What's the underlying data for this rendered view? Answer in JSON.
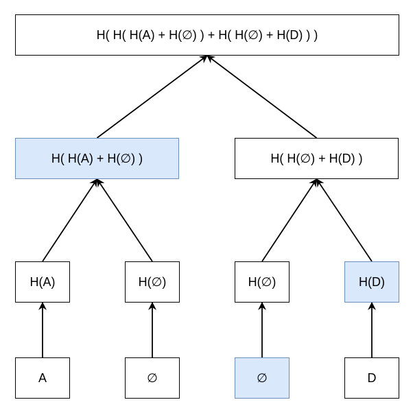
{
  "colors": {
    "node_fill": "#ffffff",
    "node_stroke": "#000000",
    "highlight_fill": "#dae8fc",
    "highlight_stroke": "#6c8ebf",
    "edge": "#000000"
  },
  "nodes": {
    "root": {
      "label": "H( H( H(A) + H(∅) ) + H( H(∅) + H(D) ) )",
      "highlighted": false
    },
    "left": {
      "label": "H( H(A) + H(∅) )",
      "highlighted": true
    },
    "right": {
      "label": "H( H(∅) + H(D) )",
      "highlighted": false
    },
    "hash_a": {
      "label": "H(A)",
      "highlighted": false
    },
    "hash_empty_1": {
      "label": "H(∅)",
      "highlighted": false
    },
    "hash_empty_2": {
      "label": "H(∅)",
      "highlighted": false
    },
    "hash_d": {
      "label": "H(D)",
      "highlighted": true
    },
    "leaf_a": {
      "label": "A",
      "highlighted": false
    },
    "leaf_empty_1": {
      "label": "∅",
      "highlighted": false
    },
    "leaf_empty_2": {
      "label": "∅",
      "highlighted": true
    },
    "leaf_d": {
      "label": "D",
      "highlighted": false
    }
  },
  "edges": [
    {
      "from": "leaf_a",
      "to": "hash_a"
    },
    {
      "from": "leaf_empty_1",
      "to": "hash_empty_1"
    },
    {
      "from": "leaf_empty_2",
      "to": "hash_empty_2"
    },
    {
      "from": "leaf_d",
      "to": "hash_d"
    },
    {
      "from": "hash_a",
      "to": "left"
    },
    {
      "from": "hash_empty_1",
      "to": "left"
    },
    {
      "from": "hash_empty_2",
      "to": "right"
    },
    {
      "from": "hash_d",
      "to": "right"
    },
    {
      "from": "left",
      "to": "root"
    },
    {
      "from": "right",
      "to": "root"
    }
  ]
}
